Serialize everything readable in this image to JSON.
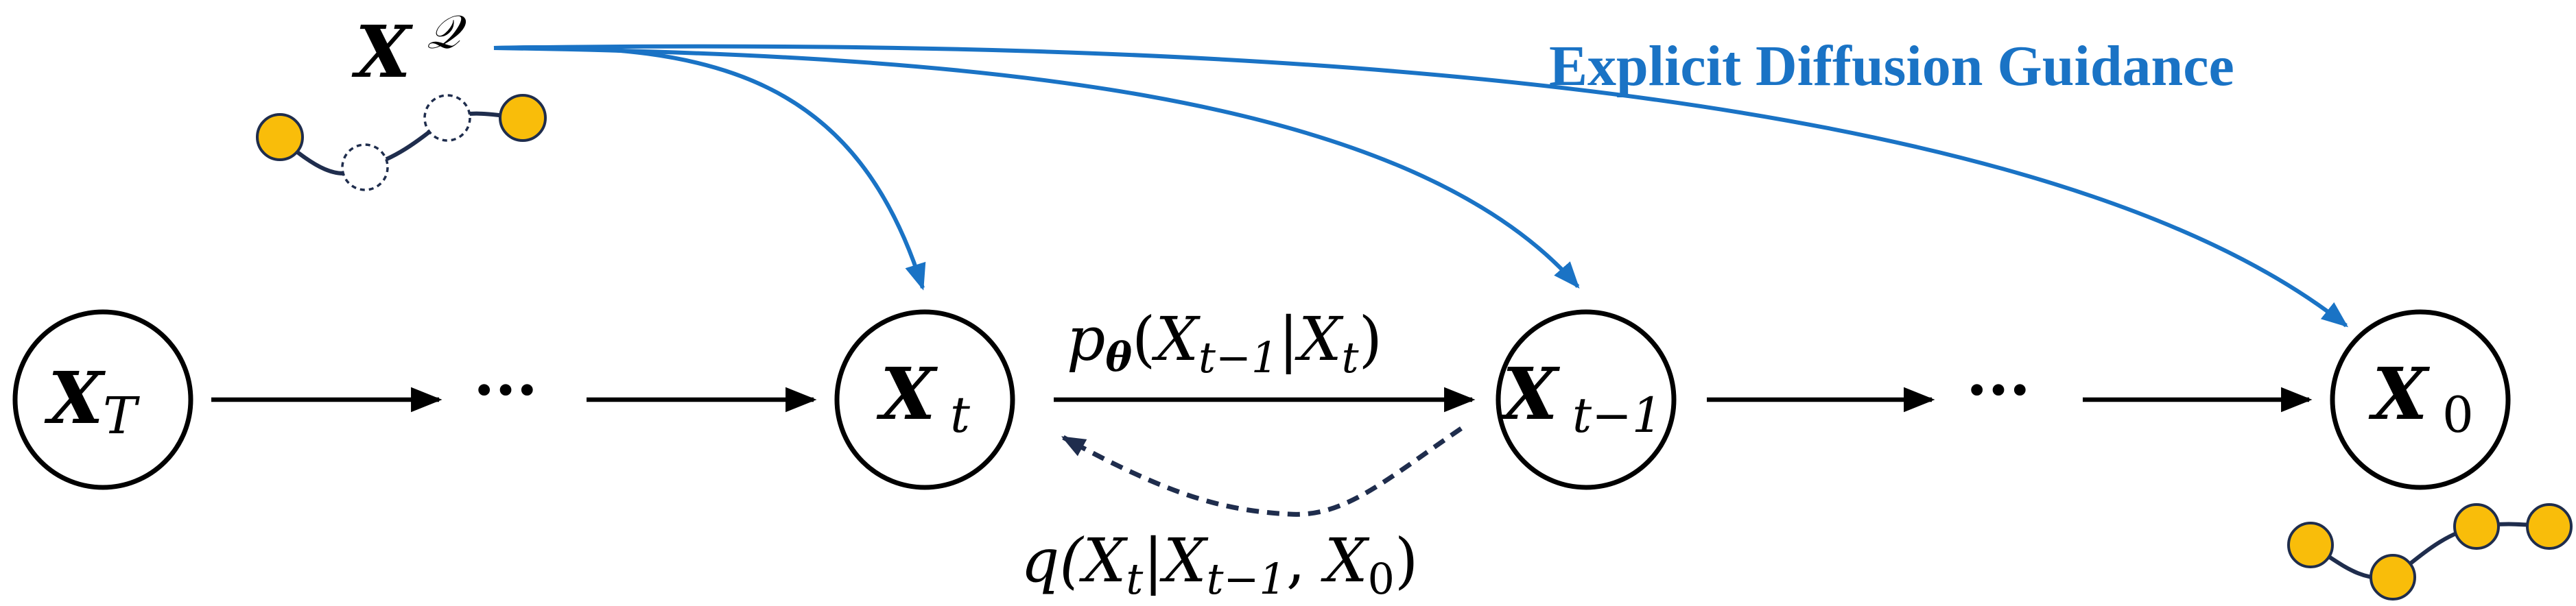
{
  "guidance_label": "Explicit Diffusion Guidance",
  "query": {
    "base": "X",
    "sup": "𝒬"
  },
  "nodes": {
    "xT": {
      "base": "X",
      "sub": "T"
    },
    "xt": {
      "base": "X",
      "sub": "t"
    },
    "xt1": {
      "base": "X",
      "sub": "t−1"
    },
    "x0": {
      "base": "X",
      "sub": "0"
    }
  },
  "ellipsis": "···",
  "forward_label": {
    "p": "p",
    "theta": "θ",
    "open": "(",
    "X1": "X",
    "s1": "t−1",
    "bar": "|",
    "X2": "X",
    "s2": "t",
    "close": ")"
  },
  "reverse_label": {
    "q": "q(",
    "X1": "X",
    "s1": "t",
    "bar": "|",
    "X2": "X",
    "s2": "t−1",
    "comma": ", ",
    "X3": "X",
    "s3": "0",
    "close": ")"
  },
  "colors": {
    "guidance": "#1a73c5",
    "bead": "#f9bd0a",
    "chain": "#1f2d4d",
    "node_stroke": "#000000"
  }
}
